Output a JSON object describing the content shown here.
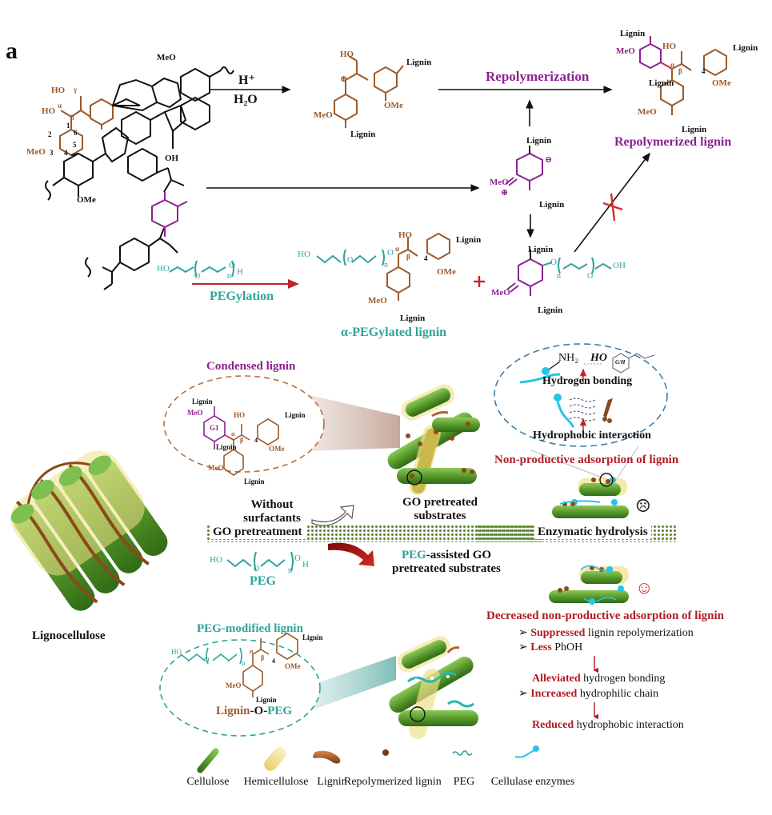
{
  "figure": {
    "panel_label": "a",
    "colors": {
      "lignin_brown": "#9a5a2a",
      "condensed_purple": "#8b2291",
      "peg_teal": "#2fa39a",
      "emphasis_red": "#b01c24",
      "cellulose_green": "#5a9a2c",
      "hemicellulose_yellow": "#f0e08a",
      "enzyme_cyan": "#26c4e6"
    }
  },
  "reaction_scheme": {
    "acid_conditions": {
      "top": "H⁺",
      "bottom": "H₂O"
    },
    "carbocation_labels": {
      "ho": "HO",
      "meo": "MeO",
      "ome": "OMe",
      "lignin_1": "Lignin",
      "lignin_2": "Lignin",
      "charge": "⊕"
    },
    "repolymerization_label": "Repolymerization",
    "repolymerized_product": {
      "title": "Repolymerized lignin",
      "labels": {
        "lignin_top": "Lignin",
        "meo_top": "MeO",
        "ho": "HO",
        "alpha": "α",
        "beta": "β",
        "four": "4",
        "lignin_right": "Lignin",
        "lignin_mid": "Lignin",
        "ome": "OMe",
        "meo_bottom": "MeO",
        "lignin_bottom": "Lignin"
      }
    },
    "quinone_methide": {
      "labels": {
        "lignin_top": "Lignin",
        "meo": "MeO",
        "lignin_bottom": "Lignin",
        "plus": "⊕",
        "minus": "⊖"
      }
    },
    "pegylation": {
      "reagent_labels": {
        "ho": "HO",
        "o": "O",
        "n": "n",
        "oh_tail": "O",
        "h": "H"
      },
      "arrow_label": "PEGylation"
    },
    "alpha_pegylated": {
      "title": "α-PEGylated lignin",
      "labels": {
        "ho_peg": "HO",
        "o": "O",
        "n": "n",
        "o_link": "O",
        "alpha": "α",
        "beta": "β",
        "ho": "HO",
        "four": "4",
        "lignin_right": "Lignin",
        "ome": "OMe",
        "meo": "MeO",
        "lignin_bottom": "Lignin"
      }
    },
    "plus_sign": "+",
    "peg_quinone": {
      "labels": {
        "lignin_top": "Lignin",
        "meo": "MeO",
        "lignin_bottom": "Lignin",
        "o": "O",
        "n": "n",
        "o_mid": "O",
        "oh": "OH"
      }
    },
    "blocked_symbol": "✕",
    "native_lignin_labels": {
      "ho_gamma": "HO",
      "gamma": "γ",
      "ho_alpha": "HO",
      "alpha": "α",
      "beta": "β",
      "ring_numbers": [
        "1",
        "2",
        "3",
        "4",
        "5",
        "6"
      ],
      "meo": "MeO",
      "ome": "OMe",
      "meo2": "MeO",
      "oh": "OH"
    }
  },
  "schematic": {
    "lignocellulose_label": "Lignocellulose",
    "without_surfactants": [
      "Without",
      "surfactants"
    ],
    "go_pretreated": [
      "GO pretreated",
      "substrates"
    ],
    "go_pretreatment_bar": "GO pretreatment",
    "enzymatic_hydrolysis_bar": "Enzymatic hydrolysis",
    "peg_reagent_label": "PEG",
    "peg_assisted": {
      "prefix": "PEG",
      "rest_line1": "-assisted GO",
      "line2": "pretreated substrates"
    },
    "condensed_inset": {
      "title": "Condensed lignin",
      "labels": {
        "lignin_top": "Lignin",
        "meo": "MeO",
        "gi": "G1",
        "ho": "HO",
        "alpha": "α",
        "beta": "β",
        "four": "4",
        "lignin_right": "Lignin",
        "lignin_mid": "Lignin",
        "ome": "OMe",
        "meo_bottom": "MeO",
        "lignin_bottom": "Lignin"
      }
    },
    "peg_inset": {
      "title": "PEG-modified lignin",
      "caption": {
        "part1": "Lignin",
        "part2": "-O-",
        "part3": "PEG"
      },
      "labels": {
        "ho": "HO",
        "n": "n",
        "o": "O",
        "alpha": "α",
        "beta": "β",
        "four": "4",
        "lignin_right": "Lignin",
        "ome": "OMe",
        "meo": "MeO",
        "lignin_bottom": "Lignin"
      }
    },
    "interaction_inset": {
      "nh2": "NH₂",
      "ho": "HO",
      "gh": "G/H",
      "hydrogen_bonding": "Hydrogen bonding",
      "hydrophobic": "Hydrophobic interaction"
    },
    "nonproductive_title": "Non-productive adsorption of lignin",
    "sad_face": "☹",
    "happy_face": "☺",
    "decreased_title": "Decreased non-productive adsorption of lignin",
    "effects": [
      {
        "bullet": "➢",
        "keyword": "Suppressed",
        "text": " lignin repolymerization"
      },
      {
        "bullet": "➢",
        "keyword": "Less",
        "text": " PhOH"
      },
      {
        "bullet": "",
        "keyword": "Alleviated",
        "text": " hydrogen bonding"
      },
      {
        "bullet": "➢",
        "keyword": "Increased",
        "text": " hydrophilic chain"
      },
      {
        "bullet": "",
        "keyword": "Reduced",
        "text": " hydrophobic interaction"
      }
    ]
  },
  "legend": [
    {
      "label": "Cellulose",
      "icon": "cellulose-rod"
    },
    {
      "label": "Hemicellulose",
      "icon": "hemicellulose-capsule"
    },
    {
      "label": "Lignin",
      "icon": "lignin-strand"
    },
    {
      "label": "Repolymerized lignin",
      "icon": "repolymerized-dot"
    },
    {
      "label": "PEG",
      "icon": "peg-coil"
    },
    {
      "label": "Cellulase enzymes",
      "icon": "enzyme-tadpole"
    }
  ]
}
